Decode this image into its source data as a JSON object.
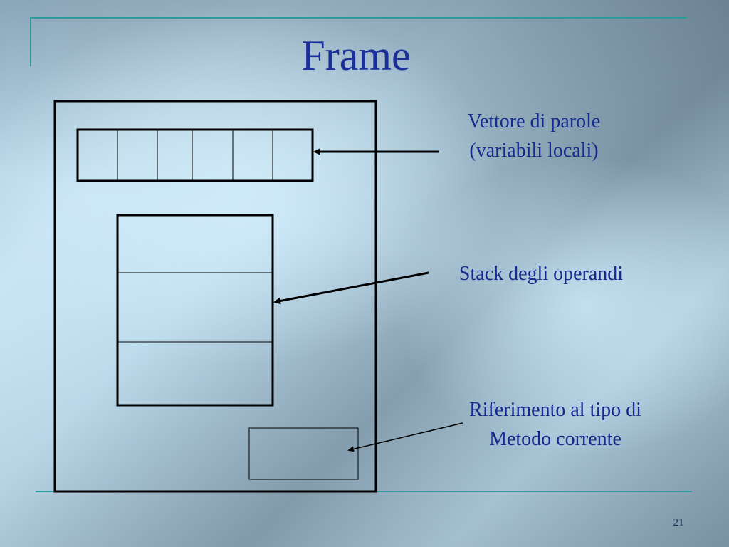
{
  "slide": {
    "title": "Frame",
    "page_number": "21"
  },
  "labels": {
    "vettore_line1": "Vettore di parole",
    "vettore_line2": "(variabili locali)",
    "stack": "Stack degli operandi",
    "riferimento_line1": "Riferimento al tipo di",
    "riferimento_line2": "Metodo corrente"
  },
  "diagram": {
    "local_variable_cells": 6,
    "operand_stack_slots": 3
  },
  "colors": {
    "text": "#142a8f",
    "title": "#1a2f9a",
    "accent_line": "#2a9a9a",
    "stroke": "#000000"
  }
}
